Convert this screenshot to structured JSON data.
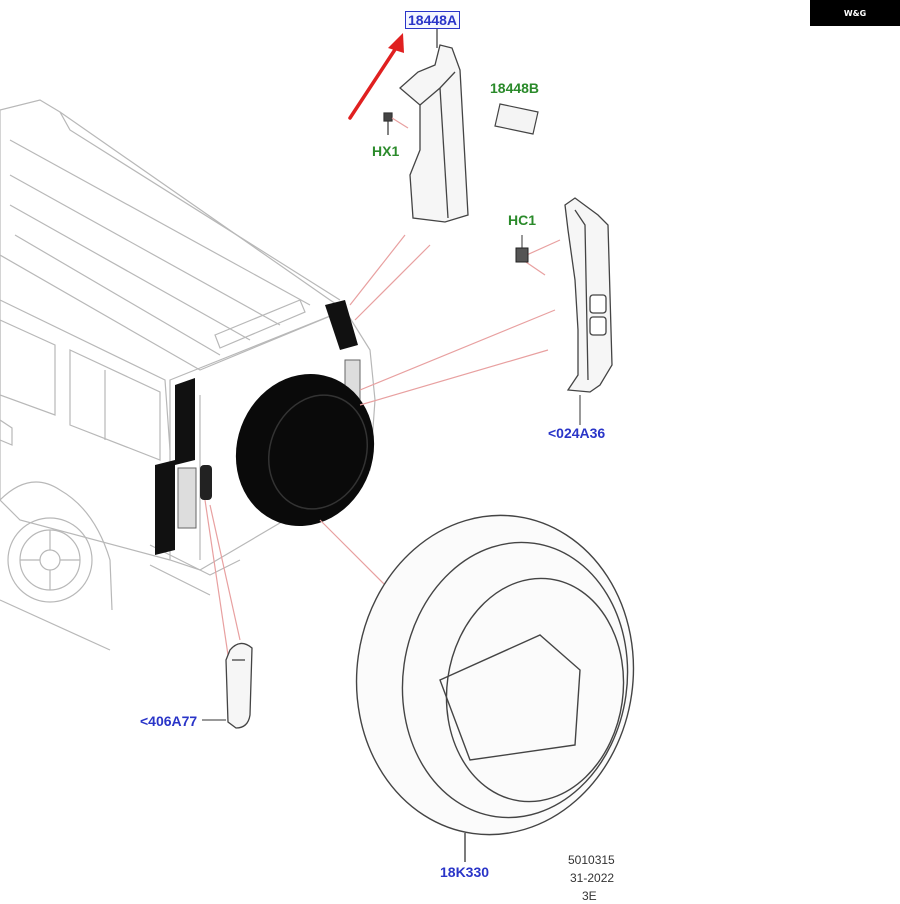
{
  "watermark": "W&G",
  "parts": {
    "main_part": "18448A",
    "emblem": "18448B",
    "clip_hx1": "HX1",
    "clip_hc1": "HC1",
    "pillar_trim": "<024A36",
    "handle": "<406A77",
    "wheel_cover": "18K330"
  },
  "footer": {
    "line1": "5010315",
    "line2": "31-2022",
    "line3": "3E"
  },
  "colors": {
    "label_blue": "#2a35c8",
    "label_green": "#2a8a2a",
    "leader_red": "#e8a0a0",
    "arrow_red": "#e02020"
  }
}
